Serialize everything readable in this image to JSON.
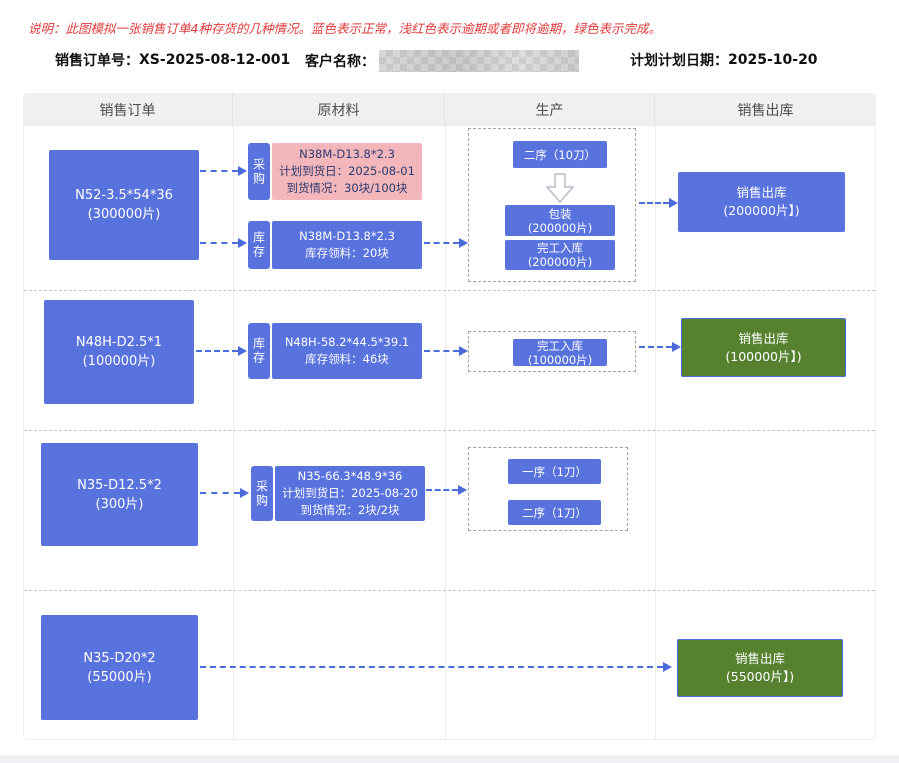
{
  "note": "说明：此图模拟一张销售订单4种存货的几种情况。蓝色表示正常，浅红色表示逾期或者即将逾期，绿色表示完成。",
  "header": {
    "order_no_label": "销售订单号：",
    "order_no_value": "XS-2025-08-12-001",
    "customer_label": "客户名称：",
    "customer_value_redacted": true,
    "plan_date_label": "计划计划日期：",
    "plan_date_value": "2025-10-20"
  },
  "columns": [
    "销售订单",
    "原材料",
    "生产",
    "销售出库"
  ],
  "colors": {
    "normal_blue": "#5872de",
    "overdue_pink": "#f2b6bb",
    "done_green": "#568230",
    "arrow_blue": "#4a6bdb",
    "note_red": "#e23b3b"
  },
  "rows": [
    {
      "order_line1": "N52-3.5*54*36",
      "order_line2": "(300000片)",
      "purchase_tag": "采购",
      "purchase_line1": "N38M-D13.8*2.3",
      "purchase_line2": "计划到货日：2025-08-01",
      "purchase_line3": "到货情况：30块/100块",
      "stock_tag": "库存",
      "stock_line1": "N38M-D13.8*2.3",
      "stock_line2": "库存领料：20块",
      "prod_step1": "二序（10刀）",
      "prod_step2_line1": "包装",
      "prod_step2_line2": "(200000片)",
      "prod_step3_line1": "完工入库",
      "prod_step3_line2": "(200000片)",
      "outbound_line1": "销售出库",
      "outbound_line2": "(200000片】)"
    },
    {
      "order_line1": "N48H-D2.5*1",
      "order_line2": "(100000片)",
      "stock_tag": "库存",
      "stock_line1": "N48H-58.2*44.5*39.1",
      "stock_line2": "库存领料：46块",
      "prod_step1_line1": "完工入库",
      "prod_step1_line2": "(100000片)",
      "outbound_line1": "销售出库",
      "outbound_line2": "(100000片】)"
    },
    {
      "order_line1": "N35-D12.5*2",
      "order_line2": "(300片)",
      "purchase_tag": "采购",
      "purchase_line1": "N35-66.3*48.9*36",
      "purchase_line2": "计划到货日：2025-08-20",
      "purchase_line3": "到货情况：2块/2块",
      "prod_step1": "一序（1刀）",
      "prod_step2": "二序（1刀）"
    },
    {
      "order_line1": "N35-D20*2",
      "order_line2": "(55000片)",
      "outbound_line1": "销售出库",
      "outbound_line2": "(55000片】)"
    }
  ]
}
